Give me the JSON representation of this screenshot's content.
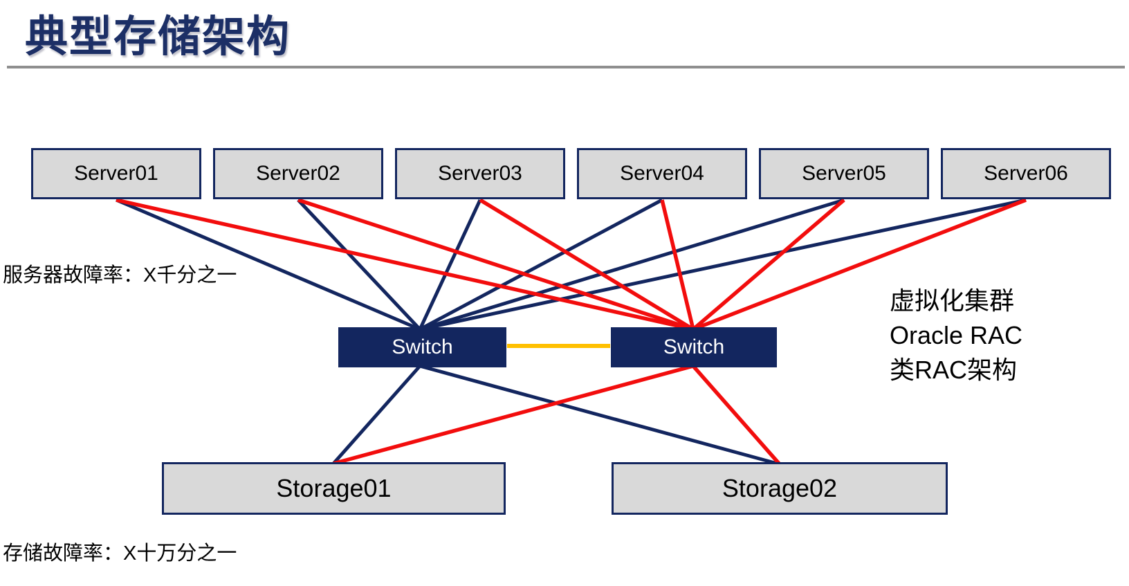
{
  "title": "典型存储架构",
  "colors": {
    "navy": "#13265f",
    "red": "#f20d0d",
    "orange": "#ffc000",
    "box_fill": "#d9d9d9",
    "title": "#1c2f66",
    "divider": "#8f8f8f"
  },
  "servers": [
    {
      "id": "server01",
      "label": "Server01"
    },
    {
      "id": "server02",
      "label": "Server02"
    },
    {
      "id": "server03",
      "label": "Server03"
    },
    {
      "id": "server04",
      "label": "Server04"
    },
    {
      "id": "server05",
      "label": "Server05"
    },
    {
      "id": "server06",
      "label": "Server06"
    }
  ],
  "switches": [
    {
      "id": "switch-a",
      "label": "Switch"
    },
    {
      "id": "switch-b",
      "label": "Switch"
    }
  ],
  "storages": [
    {
      "id": "storage01",
      "label": "Storage01"
    },
    {
      "id": "storage02",
      "label": "Storage02"
    }
  ],
  "notes": {
    "server_failure_rate": "服务器故障率：X千分之一",
    "storage_failure_rate": "存储故障率：X十万分之一",
    "annotation_lines": [
      "虚拟化集群",
      "Oracle RAC",
      "类RAC架构"
    ]
  },
  "links": [
    {
      "from": "server01",
      "to": "switch-a-top",
      "kind": "navy"
    },
    {
      "from": "server02",
      "to": "switch-a-top",
      "kind": "navy"
    },
    {
      "from": "server03",
      "to": "switch-a-top",
      "kind": "navy"
    },
    {
      "from": "server04",
      "to": "switch-a-top",
      "kind": "navy"
    },
    {
      "from": "server05",
      "to": "switch-a-top",
      "kind": "navy"
    },
    {
      "from": "server06",
      "to": "switch-a-top",
      "kind": "navy"
    },
    {
      "from": "server01",
      "to": "switch-b-top",
      "kind": "red"
    },
    {
      "from": "server02",
      "to": "switch-b-top",
      "kind": "red"
    },
    {
      "from": "server03",
      "to": "switch-b-top",
      "kind": "red"
    },
    {
      "from": "server04",
      "to": "switch-b-top",
      "kind": "red"
    },
    {
      "from": "server05",
      "to": "switch-b-top",
      "kind": "red"
    },
    {
      "from": "server06",
      "to": "switch-b-top",
      "kind": "red"
    },
    {
      "from": "switch-a-right",
      "to": "switch-b-left",
      "kind": "orange"
    },
    {
      "from": "switch-a-bottom",
      "to": "storage01-top",
      "kind": "navy"
    },
    {
      "from": "switch-a-bottom",
      "to": "storage02-top",
      "kind": "navy"
    },
    {
      "from": "switch-b-bottom",
      "to": "storage01-top",
      "kind": "red"
    },
    {
      "from": "switch-b-bottom",
      "to": "storage02-top",
      "kind": "red"
    }
  ]
}
